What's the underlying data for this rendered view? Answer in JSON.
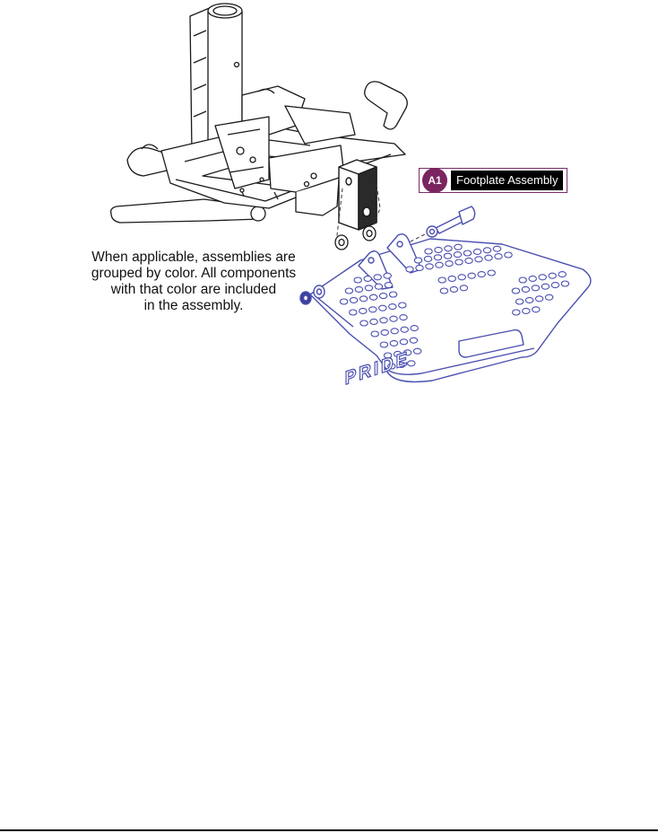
{
  "callout": {
    "id": "A1",
    "label": "Footplate Assembly",
    "color": "#7a2460"
  },
  "note": {
    "lines": [
      "When applicable, assemblies are",
      "grouped by color. All components",
      "with that color are included",
      "in the assembly."
    ]
  },
  "footplate": {
    "brand_text": "PRIDE",
    "highlight_color": "#4a4fb0"
  }
}
